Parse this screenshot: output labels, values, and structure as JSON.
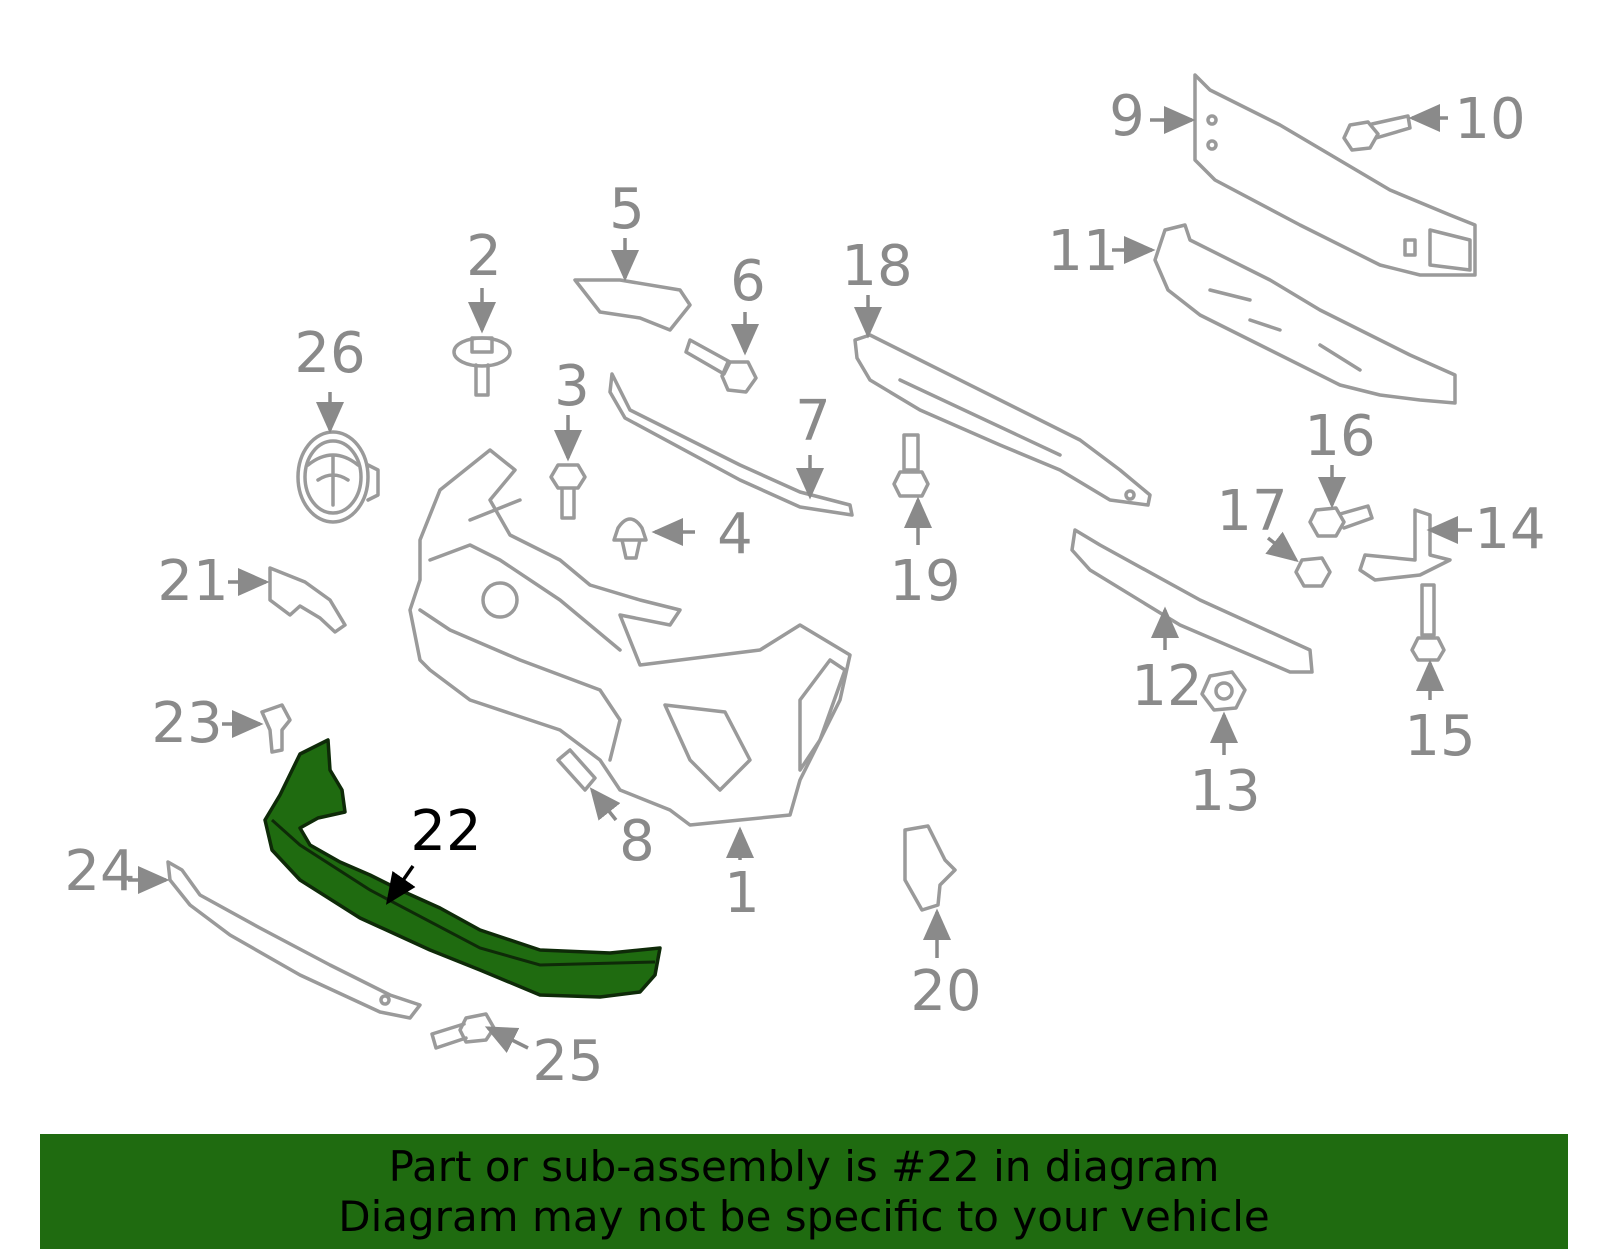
{
  "highlight_color": "#1f6b10",
  "highlighted_part": "22",
  "callouts": [
    "1",
    "2",
    "3",
    "4",
    "5",
    "6",
    "7",
    "8",
    "9",
    "10",
    "11",
    "12",
    "13",
    "14",
    "15",
    "16",
    "17",
    "18",
    "19",
    "20",
    "21",
    "22",
    "23",
    "24",
    "25",
    "26"
  ],
  "banner": {
    "line1": "Part or sub-assembly is #22 in diagram",
    "line2": "Diagram may not be specific to your vehicle"
  }
}
